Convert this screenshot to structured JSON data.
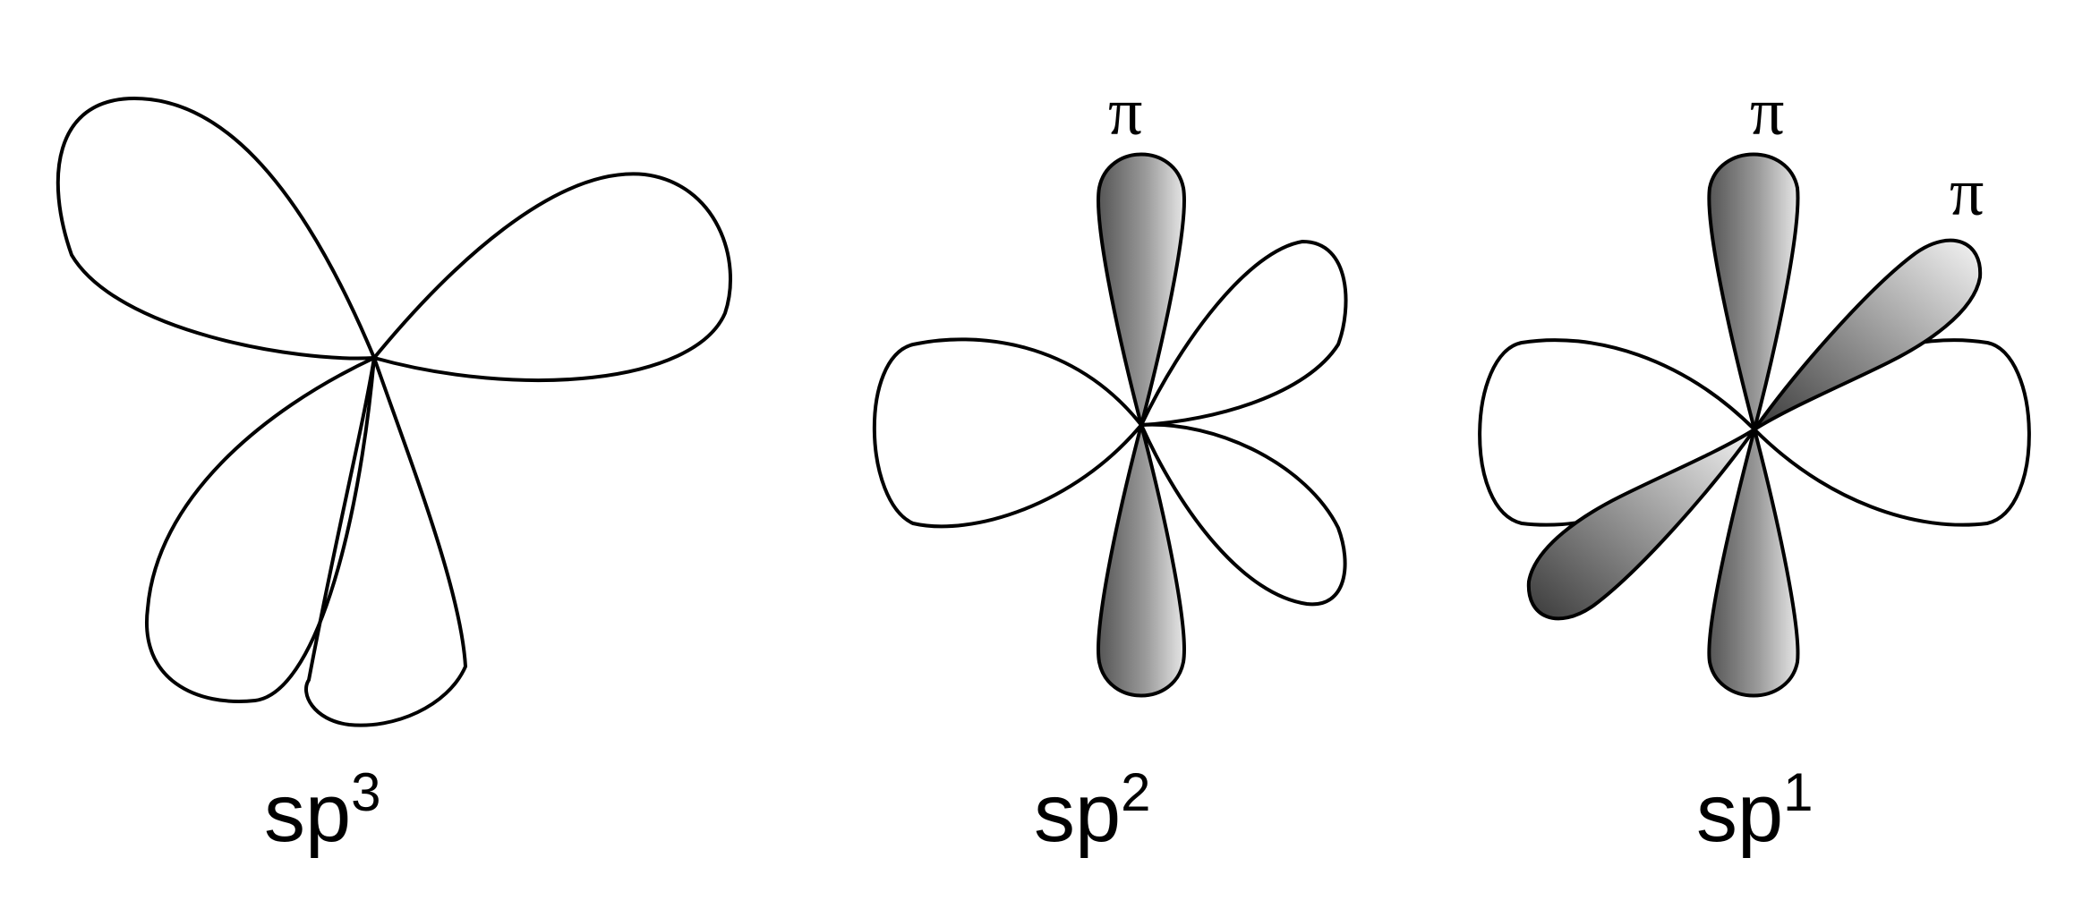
{
  "panels": [
    {
      "id": "sp3",
      "label_base": "sp",
      "label_sup": "3"
    },
    {
      "id": "sp2",
      "label_base": "sp",
      "label_sup": "2",
      "pi_labels": [
        "π"
      ]
    },
    {
      "id": "sp1",
      "label_base": "sp",
      "label_sup": "1",
      "pi_labels": [
        "π",
        "π"
      ]
    }
  ],
  "colors": {
    "outline": "#000000",
    "pi_shade_dark": "#555555",
    "pi_shade_light": "#f4f4f4"
  }
}
